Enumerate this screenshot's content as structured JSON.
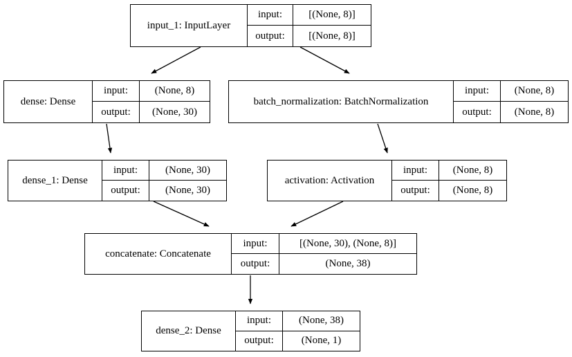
{
  "diagram": {
    "title": "Keras model plot",
    "io_labels": {
      "input": "input:",
      "output": "output:"
    },
    "edge_color": "#000000",
    "box_border_color": "#000000",
    "background_color": "#ffffff"
  },
  "nodes": [
    {
      "id": "input_1",
      "name": "input_1: InputLayer",
      "input_label": "input:",
      "output_label": "output:",
      "input_shape": "[(None, 8)]",
      "output_shape": "[(None, 8)]"
    },
    {
      "id": "dense",
      "name": "dense: Dense",
      "input_label": "input:",
      "output_label": "output:",
      "input_shape": "(None, 8)",
      "output_shape": "(None, 30)"
    },
    {
      "id": "batch_normalization",
      "name": "batch_normalization: BatchNormalization",
      "input_label": "input:",
      "output_label": "output:",
      "input_shape": "(None, 8)",
      "output_shape": "(None, 8)"
    },
    {
      "id": "dense_1",
      "name": "dense_1: Dense",
      "input_label": "input:",
      "output_label": "output:",
      "input_shape": "(None, 30)",
      "output_shape": "(None, 30)"
    },
    {
      "id": "activation",
      "name": "activation: Activation",
      "input_label": "input:",
      "output_label": "output:",
      "input_shape": "(None, 8)",
      "output_shape": "(None, 8)"
    },
    {
      "id": "concatenate",
      "name": "concatenate: Concatenate",
      "input_label": "input:",
      "output_label": "output:",
      "input_shape": "[(None, 30), (None, 8)]",
      "output_shape": "(None, 38)"
    },
    {
      "id": "dense_2",
      "name": "dense_2: Dense",
      "input_label": "input:",
      "output_label": "output:",
      "input_shape": "(None, 38)",
      "output_shape": "(None, 1)"
    }
  ],
  "edges": [
    {
      "from": "input_1",
      "to": "dense"
    },
    {
      "from": "input_1",
      "to": "batch_normalization"
    },
    {
      "from": "dense",
      "to": "dense_1"
    },
    {
      "from": "batch_normalization",
      "to": "activation"
    },
    {
      "from": "dense_1",
      "to": "concatenate"
    },
    {
      "from": "activation",
      "to": "concatenate"
    },
    {
      "from": "concatenate",
      "to": "dense_2"
    }
  ]
}
